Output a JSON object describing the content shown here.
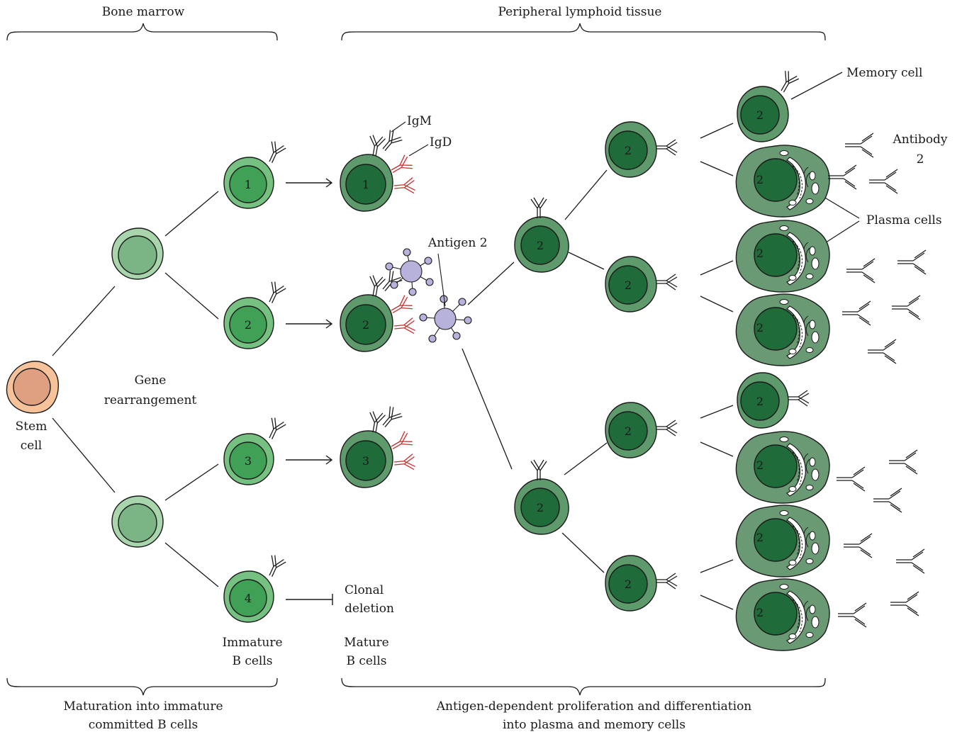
{
  "labels": {
    "bone_marrow_top": "Bone marrow",
    "peripheral_top": "Peripheral lymphoid tissue",
    "stem_cell_line1": "Stem",
    "stem_cell_line2": "cell",
    "gene_rearr_line1": "Gene",
    "gene_rearr_line2": "rearrangement",
    "immature_line1": "Immature",
    "immature_line2": "B cells",
    "mature_line1": "Mature",
    "mature_line2": "B cells",
    "clonal_line1": "Clonal",
    "clonal_line2": "deletion",
    "igm": "IgM",
    "igd": "IgD",
    "antigen2": "Antigen 2",
    "memory_cell": "Memory cell",
    "antibody_line1": "Antibody",
    "antibody_line2": "2",
    "plasma_cells": "Plasma cells",
    "bottom_left_line1": "Maturation into immature",
    "bottom_left_line2": "committed B cells",
    "bottom_right_line1": "Antigen-dependent proliferation and differentiation",
    "bottom_right_line2": "into plasma and memory cells"
  },
  "cell_numbers": {
    "immature": [
      "1",
      "2",
      "3",
      "4"
    ],
    "mature": [
      "1",
      "2",
      "3"
    ],
    "clone": "2"
  },
  "colors": {
    "stem_outer": "#f6c29a",
    "stem_inner": "#dfa082",
    "pro_outer": "#a9d5ad",
    "pro_inner": "#7bb585",
    "immature_outer": "#76c182",
    "immature_inner": "#3fa056",
    "mature_outer": "#5e9a6c",
    "mature_inner": "#1f6b3a",
    "plasma": "#6a9a74",
    "antigen": "#b7b2dc",
    "igd": "#d02b2b",
    "stroke": "#1a1a1a"
  }
}
